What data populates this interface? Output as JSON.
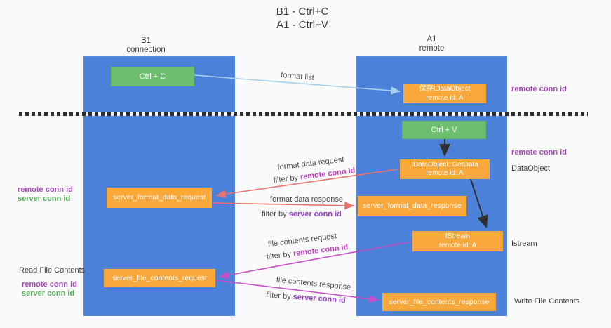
{
  "title": [
    "B1 - Ctrl+C",
    "A1 - Ctrl+V"
  ],
  "lanes": {
    "left": {
      "name": "B1",
      "role": "connection"
    },
    "right": {
      "name": "A1",
      "role": "remote"
    }
  },
  "nodes": {
    "ctrl_c": "Ctrl + C",
    "ctrl_v": "Ctrl + V",
    "save_dataobject": {
      "line1": "保存IDataObject",
      "line2": "remote id: A"
    },
    "getdata": {
      "line1": "IDataObject::GetData",
      "line2": "remote id: A"
    },
    "istream": {
      "line1": "IStream",
      "line2": "remote id: A"
    },
    "format_request": "server_format_data_request",
    "format_response": "server_format_data_response",
    "file_request": "server_file_contents_request",
    "file_response": "server_file_contents_response"
  },
  "edge_labels": {
    "format_list": "format list",
    "format_request": "format data request",
    "format_request_filter_prefix": "filter by ",
    "format_request_filter_key": "remote conn id",
    "format_response": "format data response",
    "format_response_filter_prefix": "filter by ",
    "format_response_filter_key": "server conn id",
    "file_request": "file contents request",
    "file_request_filter_prefix": "filter by ",
    "file_request_filter_key": "remote conn id",
    "file_response": "file contents response",
    "file_response_filter_prefix": "filter by ",
    "file_response_filter_key": "server conn id"
  },
  "side_labels": {
    "right_top_conn": "remote conn id",
    "right_mid_conn": "remote conn id",
    "dataobject": "DataObject",
    "istream": "Istream",
    "write_file": "Write File Contents",
    "read_file": "Read File Contents",
    "left_mid": {
      "remote": "remote conn id",
      "server": "server conn id"
    },
    "left_bottom": {
      "remote": "remote conn id",
      "server": "server conn id"
    }
  },
  "colors": {
    "lane_blue": "#4b81d9",
    "box_green": "#6dbf6f",
    "box_orange": "#f9a83c",
    "purple_text": "#a24cb4",
    "green_text": "#58ab58",
    "magenta_arrow": "#c84fc8",
    "salmon_arrow": "#e8726e",
    "light_blue_arrow": "#a8d0ee",
    "black_arrow": "#2f2f2f",
    "background": "#fafafa"
  }
}
